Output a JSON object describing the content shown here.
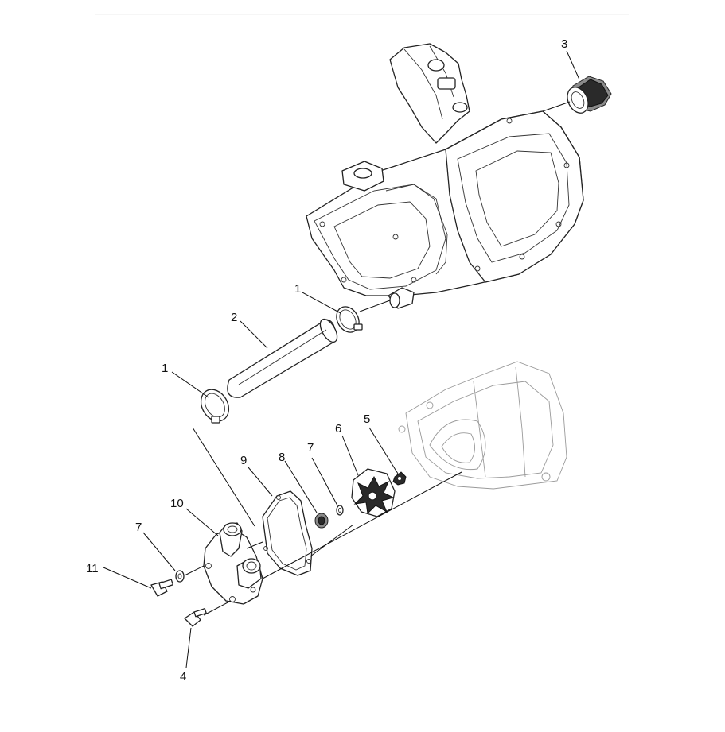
{
  "callouts": [
    {
      "id": "c1a",
      "text": "1"
    },
    {
      "id": "c1b",
      "text": "1"
    },
    {
      "id": "c2",
      "text": "2"
    },
    {
      "id": "c3",
      "text": "3"
    },
    {
      "id": "c4",
      "text": "4"
    },
    {
      "id": "c5",
      "text": "5"
    },
    {
      "id": "c6",
      "text": "6"
    },
    {
      "id": "c7a",
      "text": "7"
    },
    {
      "id": "c7b",
      "text": "7"
    },
    {
      "id": "c8",
      "text": "8"
    },
    {
      "id": "c9",
      "text": "9"
    },
    {
      "id": "c10",
      "text": "10"
    },
    {
      "id": "c11",
      "text": "11"
    }
  ]
}
